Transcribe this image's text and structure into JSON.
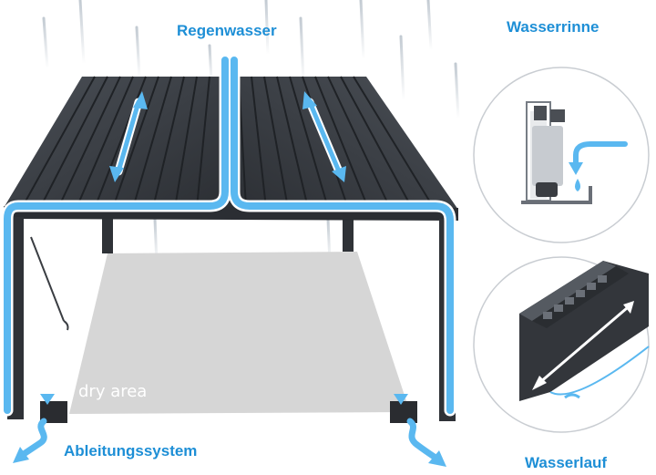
{
  "labels": {
    "rain": "Regenwasser",
    "gutter": "Wasserrinne",
    "drainage": "Ableitungssystem",
    "flow": "Wasserlauf",
    "dry_area": "dry area"
  },
  "colors": {
    "accent": "#1e8fd6",
    "flow": "#5ab8f0",
    "roof": "#3b3f45",
    "frame": "#2f3237",
    "floor": "#d6d6d6"
  }
}
